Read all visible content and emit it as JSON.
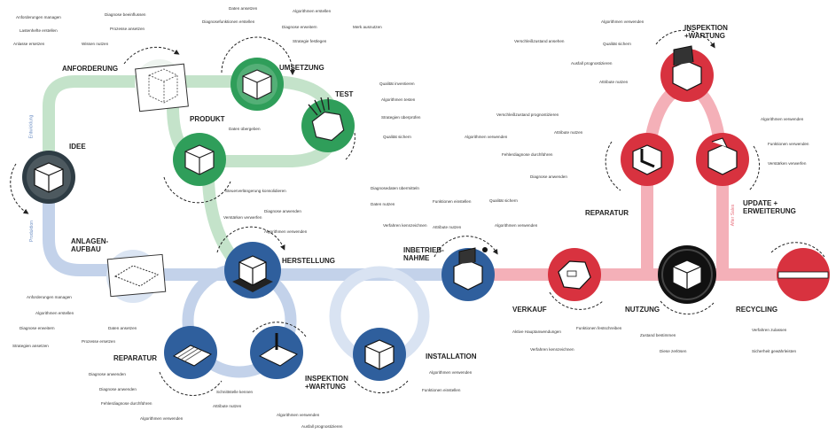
{
  "colors": {
    "green": "#2f9e5a",
    "green_light": "#cfe8d3",
    "green_track": "#b8ddc0",
    "blue": "#2f5f9d",
    "blue_light": "#c7d5ea",
    "blue_track": "#b9cbe6",
    "dark": "#2e3c44",
    "red": "#d8323f",
    "red_light": "#f3b7bd",
    "red_track": "#f2a8b0",
    "black": "#111111"
  },
  "stage_labels": {
    "anforderung": "ANFORDERUNG",
    "umsetzung": "UMSETZUNG",
    "test": "TEST",
    "produkt": "PRODUKT",
    "idee": "IDEE",
    "anlagen_aufbau_1": "ANLAGEN-",
    "anlagen_aufbau_2": "AUFBAU",
    "herstellung": "HERSTELLUNG",
    "inbetriebnahme_1": "INBETRIEB-",
    "inbetriebnahme_2": "NAHME",
    "reparatur_left": "REPARATUR",
    "inspektion_left_1": "INSPEKTION",
    "inspektion_left_2": "+WARTUNG",
    "installation": "INSTALLATION",
    "verkauf": "VERKAUF",
    "nutzung": "NUTZUNG",
    "recycling": "RECYCLING",
    "inspektion_right_1": "INSPEKTION",
    "inspektion_right_2": "+WARTUNG",
    "reparatur_right": "REPARATUR",
    "update_1": "UPDATE +",
    "update_2": "ERWEITERUNG"
  },
  "phase_labels": {
    "entwicklung": "Entwicklung",
    "produktion": "Produktion",
    "after_sales": "After Sales"
  },
  "notes": {
    "n01": "Anforderungen managen",
    "n02": "Diagnose beeinflussen",
    "n03": "Lastenhefte erstellen",
    "n04": "Prozesse ansetzen",
    "n05": "Anlasse ersetzen",
    "n06": "Wissen nutzen",
    "n07": "Daten ansetzen",
    "n08": "Algorithmen erstellen",
    "n09": "Diagnosefunktionen erstellen",
    "n10": "Diagnose erweitern",
    "n11": "Merk ausnutzen",
    "n12": "Strategie festlegen",
    "n13": "Qualität inventieren",
    "n14": "Algorithmen testen",
    "n15": "Strategien überprüfen",
    "n16": "Qualität sichern",
    "n17": "Daten übergeben",
    "n18": "Steuerverlängerung konsolidieren",
    "n19": "Diagnose anwenden",
    "n20": "Verstärken verwerfen",
    "n21": "Algorithmen verwenden",
    "n22": "Diagnosedaten übermitteln",
    "n23": "Daten nutzen",
    "n24": "Funktionen einstellen",
    "n25": "Qualität sichern",
    "n26": "Verfahren kennzeichnen",
    "n27": "Attribute nutzen",
    "n28": "Algorithmen verwenden",
    "n29": "Anforderungen managen",
    "n30": "Algorithmen erstellen",
    "n31": "Diagnose erweitern",
    "n32": "Daten ansetzen",
    "n33": "Prozesse ersetzen",
    "n34": "Strategien ansetzen",
    "n35": "Diagnose anwenden",
    "n36": "Diagnose anwenden",
    "n37": "Schnittstelle kennen",
    "n38": "Fehlerdiagnose durchführen",
    "n39": "Attribute nutzen",
    "n40": "Algorithmen verwenden",
    "n41": "Algorithmen verwenden",
    "n42": "Ausfall prognostizieren",
    "n43": "Algorithmen verwenden",
    "n44": "Funktionen einstellen",
    "n45": "Aktive Hauptanwendungen",
    "n46": "Funktionen festschreiben",
    "n47": "Verfahren kennzeichnen",
    "n48": "Zustand bestimmen",
    "n49": "Diese zerlösen",
    "n50": "Verfahren zulassen",
    "n51": "Sicherheit gewährleisten",
    "n52": "Algorithmen verwenden",
    "n53": "Verschleißzustand ansehen",
    "n54": "Qualität sichern",
    "n55": "Ausfall prognostizieren",
    "n56": "Attribute nutzen",
    "n57": "Verschleißzustand prognostizieren",
    "n58": "Algorithmen verwenden",
    "n59": "Attribute nutzen",
    "n60": "Fehlerdiagnose durchführen",
    "n61": "Diagnose anwenden",
    "n62": "Algorithmen verwenden",
    "n63": "Funktionen verwenden",
    "n64": "Verstärken verwerfen"
  }
}
